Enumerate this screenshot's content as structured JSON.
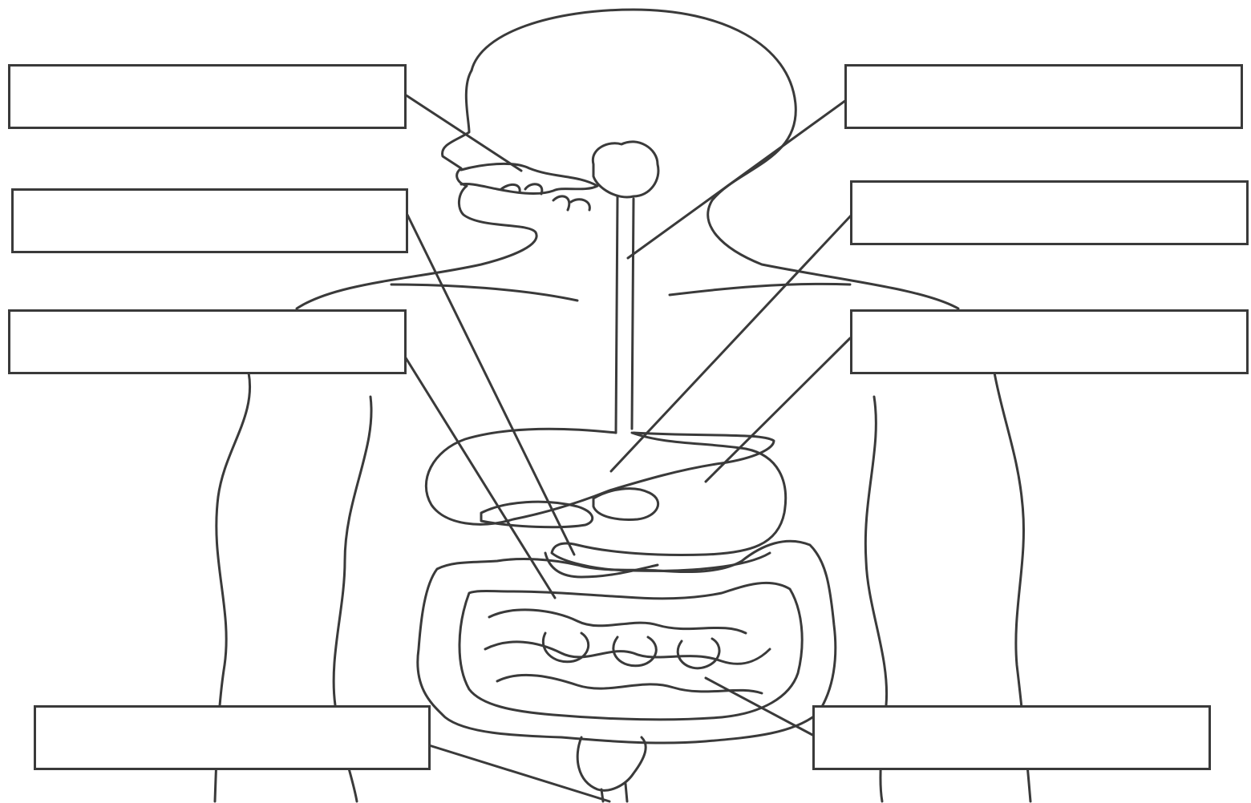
{
  "diagram": {
    "subject": "human-digestive-system",
    "label_boxes": [
      {
        "id": "mouth",
        "text": ""
      },
      {
        "id": "esophagus",
        "text": ""
      },
      {
        "id": "pancreas",
        "text": ""
      },
      {
        "id": "stomach",
        "text": ""
      },
      {
        "id": "small-intestine",
        "text": ""
      },
      {
        "id": "large-intestine",
        "text": ""
      },
      {
        "id": "liver",
        "text": ""
      },
      {
        "id": "rectum",
        "text": ""
      }
    ]
  },
  "colors": {
    "line": "#3a3a3a",
    "background": "#ffffff"
  }
}
